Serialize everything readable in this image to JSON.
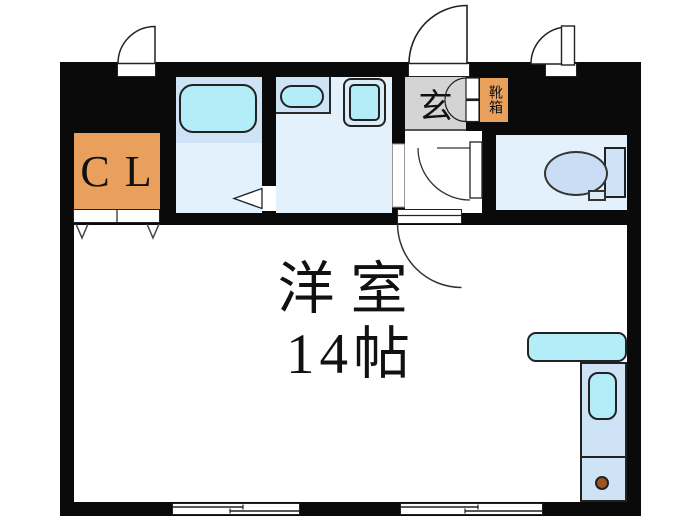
{
  "floorplan": {
    "type": "apartment-floor-plan",
    "rooms": {
      "closet": {
        "label": "C L"
      },
      "entrance": {
        "label": "玄"
      },
      "shoe_box": {
        "label": "靴箱"
      },
      "main_room": {
        "label": "洋室",
        "size": "14帖"
      }
    },
    "fixtures": [
      "bathtub",
      "washbasin",
      "washing-machine-pan",
      "toilet",
      "kitchen-counter",
      "kitchen-sink",
      "stove-burner"
    ],
    "colors": {
      "wall": "#0a0a0a",
      "closet_orange": "#e9a05c",
      "entrance_gray": "#d4d4d4",
      "floor_light_blue": "#e3f1fc",
      "fixture_panel_blue": "#cfe3f7",
      "fixture_cyan": "#b2edf8",
      "toilet_bowl_blue": "#c9def4",
      "burner_brown": "#a1541f",
      "outline": "#222222"
    }
  }
}
